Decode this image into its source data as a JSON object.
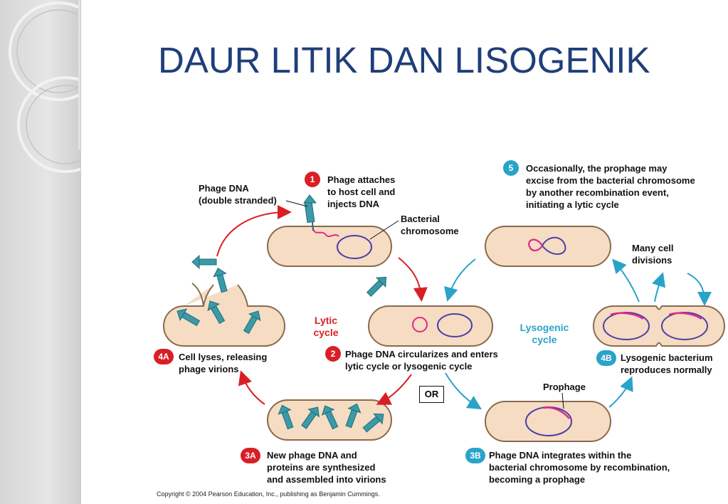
{
  "title": "DAUR LITIK DAN LISOGENIK",
  "colors": {
    "title": "#1f3f7a",
    "lytic": "#d91f26",
    "lysogenic": "#2aa3c9",
    "cell_fill": "#f5dcc2",
    "dna": "#e0288a",
    "chromosome": "#4a3fa8",
    "phage": "#3a9aa8"
  },
  "labels": {
    "phage_dna": "Phage DNA\n(double stranded)",
    "bacterial_chromosome": "Bacterial\nchromosome",
    "lytic_cycle": "Lytic\ncycle",
    "lysogenic_cycle": "Lysogenic\ncycle",
    "or": "OR",
    "prophage": "Prophage",
    "many_divisions": "Many cell\ndivisions"
  },
  "steps": [
    {
      "badge": "1",
      "text": "Phage attaches\nto host cell and\ninjects DNA"
    },
    {
      "badge": "2",
      "text": "Phage DNA circularizes and enters\nlytic cycle or lysogenic cycle"
    },
    {
      "badge": "3A",
      "text": "New phage DNA and\nproteins are synthesized\nand assembled into virions"
    },
    {
      "badge": "4A",
      "text": "Cell lyses, releasing\nphage virions"
    },
    {
      "badge": "3B",
      "text": "Phage DNA integrates within the\nbacterial chromosome by recombination,\nbecoming a prophage"
    },
    {
      "badge": "4B",
      "text": "Lysogenic bacterium\nreproduces normally"
    },
    {
      "badge": "5",
      "text": "Occasionally, the prophage may\nexcise from the bacterial chromosome\nby another recombination event,\ninitiating a lytic cycle"
    }
  ],
  "copyright": "Copyright © 2004 Pearson Education, Inc., publishing as Benjamin Cummings."
}
